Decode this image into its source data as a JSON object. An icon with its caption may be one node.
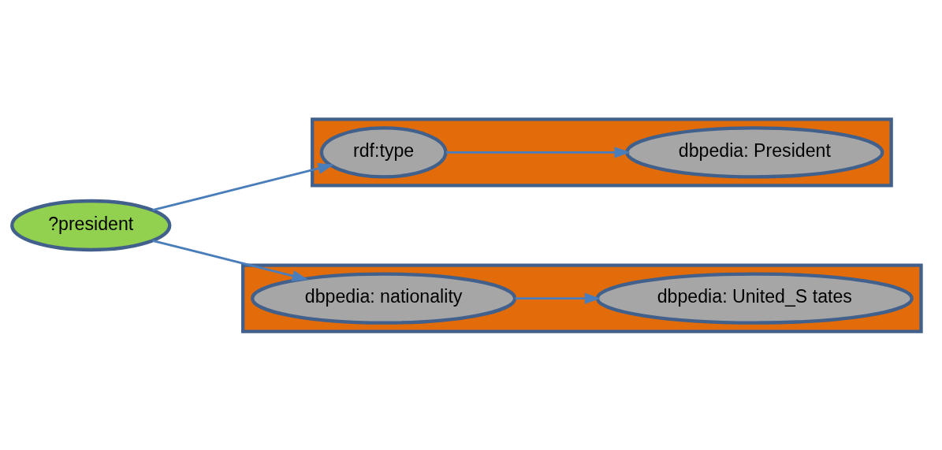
{
  "diagram": {
    "nodes": [
      {
        "text": [
          "?president"
        ]
      },
      {
        "text": [],
        "shape": "box"
      },
      {
        "text": [
          "rdf:type"
        ],
        "in": 1
      },
      {
        "text": [
          "dbpedia: President"
        ],
        "in": 1
      },
      {
        "text": [],
        "shape": "box"
      },
      {
        "text": [
          "dbpedia: nationality"
        ],
        "in": 4
      },
      {
        "text": [
          "dbpedia: United_S tates"
        ],
        "in": 4
      }
    ],
    "edges": [
      {
        "from": 0,
        "to": 2,
        "arrow": "to"
      },
      {
        "from": 2,
        "to": 3,
        "arrow": "to"
      },
      {
        "from": 0,
        "to": 5,
        "arrow": "to"
      },
      {
        "from": 5,
        "to": 6,
        "arrow": "to"
      }
    ]
  }
}
